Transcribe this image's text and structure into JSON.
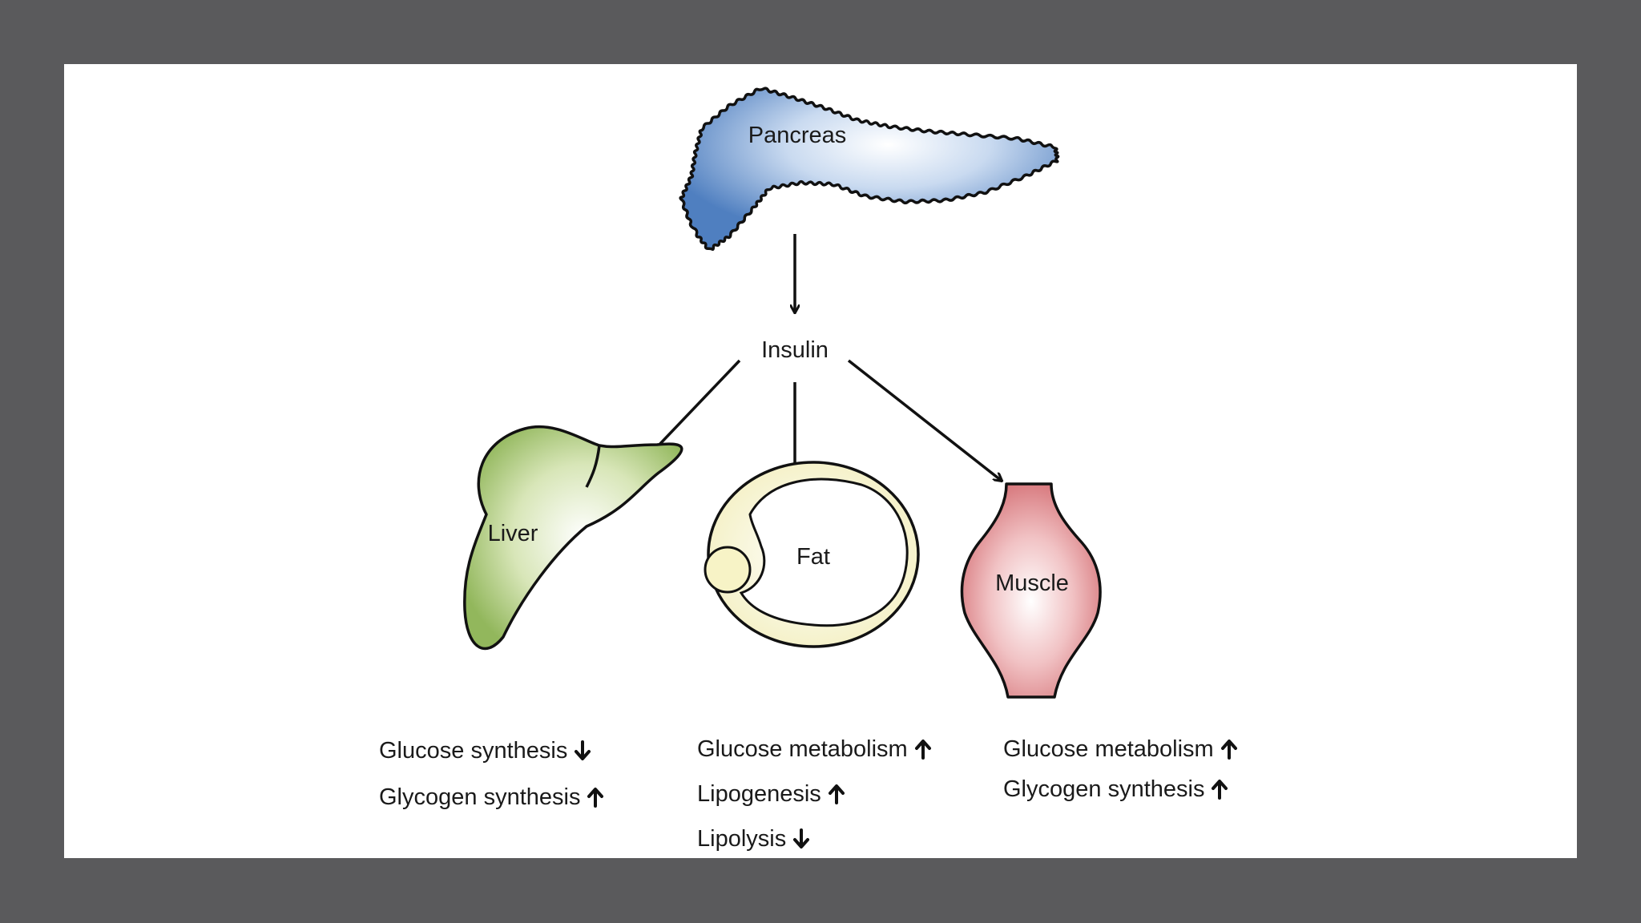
{
  "nodes": {
    "pancreas": "Pancreas",
    "insulin": "Insulin",
    "liver": "Liver",
    "fat": "Fat",
    "muscle": "Muscle"
  },
  "effects": {
    "liver": [
      {
        "text": "Glucose synthesis",
        "direction": "down"
      },
      {
        "text": "Glycogen synthesis",
        "direction": "up"
      }
    ],
    "fat": [
      {
        "text": "Glucose metabolism",
        "direction": "up"
      },
      {
        "text": "Lipogenesis",
        "direction": "up"
      },
      {
        "text": "Lipolysis",
        "direction": "down"
      }
    ],
    "muscle": [
      {
        "text": "Glucose metabolism",
        "direction": "up"
      },
      {
        "text": "Glycogen synthesis",
        "direction": "up"
      }
    ]
  },
  "colors": {
    "pancreas": "#5b87c5",
    "liver": "#9fbf6a",
    "fat": "#f4f1c2",
    "muscle": "#d9787c",
    "arrow": "#111111",
    "background": "#5a5a5c"
  }
}
